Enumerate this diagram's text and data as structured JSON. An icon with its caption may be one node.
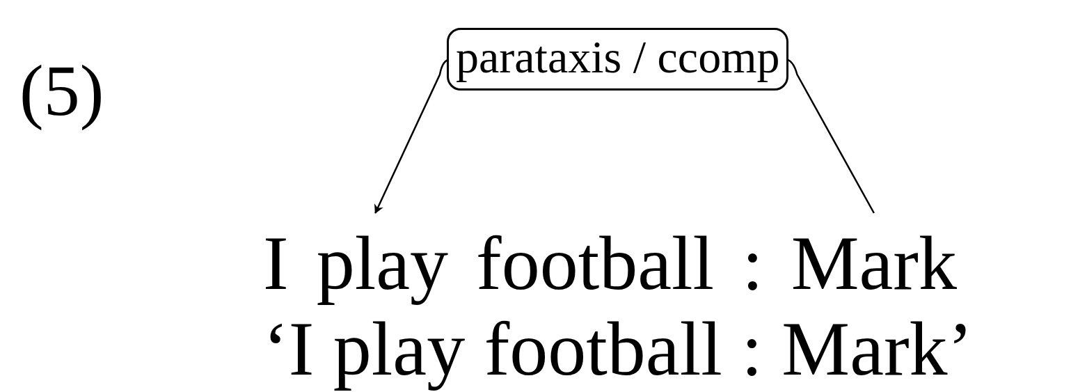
{
  "diagram": {
    "nodes": [
      {
        "text": [
          "I"
        ]
      },
      {
        "text": [
          "play"
        ]
      },
      {
        "text": [
          "football"
        ]
      },
      {
        "text": [
          ":"
        ]
      },
      {
        "text": [
          "Mark"
        ]
      }
    ],
    "edges": [
      {
        "from": 4,
        "to": 1,
        "arrow": "to",
        "label": "parataxis / ccomp"
      }
    ],
    "labels": [
      "(5)",
      "‘I play football : Mark’"
    ]
  }
}
